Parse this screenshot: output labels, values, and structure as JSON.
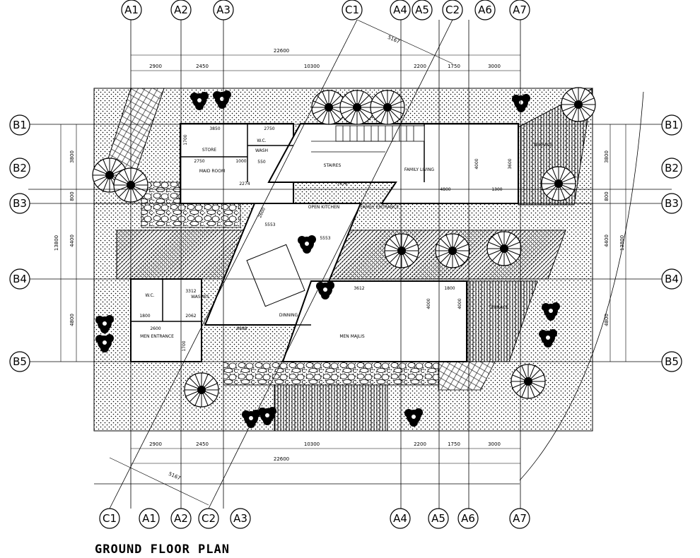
{
  "title": "GROUND FLOOR PLAN",
  "grids": {
    "vertical": [
      "A1",
      "A2",
      "A3",
      "C1",
      "A4",
      "A5",
      "C2",
      "A6",
      "A7"
    ],
    "vertical_bottom": [
      "C1",
      "A1",
      "A2",
      "C2",
      "A3",
      "A4",
      "A5",
      "A6",
      "A7"
    ],
    "horizontal": [
      "B1",
      "B2",
      "B3",
      "B4",
      "B5"
    ]
  },
  "dimensions": {
    "overall_width": "22600",
    "diagonal": "5167",
    "spans_x": [
      "2900",
      "2450",
      "10300",
      "2200",
      "1750",
      "3000"
    ],
    "overall_height": "13800",
    "spans_y": [
      "3800",
      "800",
      "4400",
      "4800"
    ]
  },
  "rooms": {
    "store": "STORE",
    "wc_upper": "W.C.",
    "wash": "WASH",
    "maid_room": "MAID ROOM",
    "stairs": "STAIRES",
    "family_living": "FAMILY LIVING",
    "terrace_upper": "TERRACE",
    "open_kitchen": "OPEN KITCHEN",
    "family_entrance": "FAMILY ENTRANCE",
    "wc_lower": "W.C.",
    "washes": "WASHES",
    "dinning": "DINNING",
    "men_majlis": "MEN MAJLIS",
    "terrace_lower": "TERRACE",
    "men_entrance": "MEN ENTRANCE"
  },
  "room_dims": [
    "3850",
    "2750",
    "1700",
    "2750",
    "1000",
    "550",
    "2274",
    "7676",
    "2600",
    "5553",
    "5553",
    "4800",
    "4000",
    "1300",
    "3600",
    "3312",
    "1800",
    "2062",
    "2600",
    "6888",
    "3612",
    "1800",
    "4000",
    "4000",
    "1700"
  ]
}
